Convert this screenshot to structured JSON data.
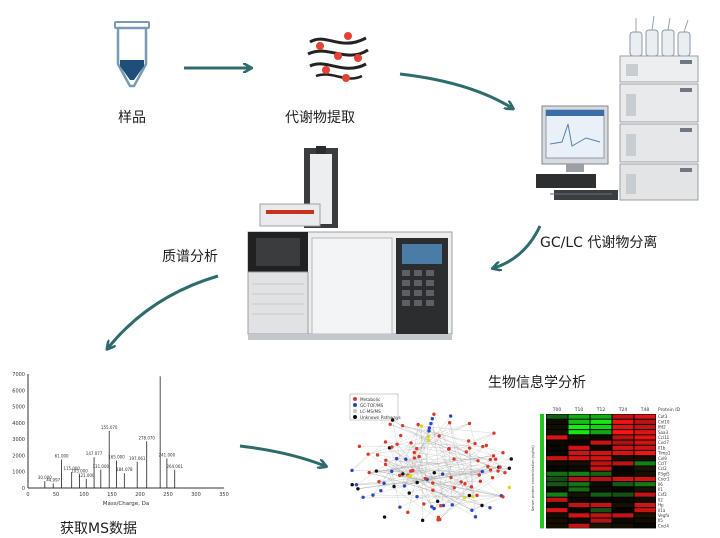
{
  "steps": {
    "sample": "样品",
    "extraction": "代谢物提取",
    "separation": "GC/LC 代谢物分离",
    "ms_analysis": "质谱分析",
    "ms_data": "获取MS数据",
    "bioinformatics": "生物信息学分析"
  },
  "colors": {
    "arrow": "#2e6b6b",
    "tube_cap": "#1f4e7a",
    "network_red": "#d93b2b",
    "network_blue": "#2b45c8",
    "heat_green": "#22c422",
    "heat_red": "#d01c1c"
  },
  "spectrum": {
    "y_ticks": [
      "7000",
      "6000",
      "5000",
      "4000",
      "3000",
      "2000",
      "1000",
      "0"
    ],
    "x_ticks": [
      "0",
      "50",
      "100",
      "150",
      "200",
      "250",
      "300",
      "350"
    ],
    "x_label": "Mass/Charge, Da",
    "peaks": [
      {
        "mz": 30,
        "rel": 0.06,
        "label": "30.000"
      },
      {
        "mz": 45,
        "rel": 0.04,
        "label": "44.997"
      },
      {
        "mz": 60,
        "rel": 0.25,
        "label": "61.000"
      },
      {
        "mz": 78,
        "rel": 0.14,
        "label": "115.000"
      },
      {
        "mz": 92,
        "rel": 0.12,
        "label": "105.000"
      },
      {
        "mz": 104,
        "rel": 0.08,
        "label": "121.000"
      },
      {
        "mz": 118,
        "rel": 0.27,
        "label": "147.077"
      },
      {
        "mz": 130,
        "rel": 0.16,
        "label": "131.000"
      },
      {
        "mz": 145,
        "rel": 0.5,
        "label": "155.070"
      },
      {
        "mz": 158,
        "rel": 0.24,
        "label": "165.000"
      },
      {
        "mz": 172,
        "rel": 0.13,
        "label": "184.078"
      },
      {
        "mz": 195,
        "rel": 0.23,
        "label": "197.061"
      },
      {
        "mz": 212,
        "rel": 0.41,
        "label": "278.070"
      },
      {
        "mz": 248,
        "rel": 0.26,
        "label": "241.000"
      },
      {
        "mz": 262,
        "rel": 0.16,
        "label": "264.061"
      },
      {
        "mz": 236,
        "rel": 0.98,
        "label": ""
      }
    ]
  },
  "network_legend": [
    "Metabolic",
    "GC-TOF/MS",
    "LC-MS/MS",
    "Unknown Pathways"
  ],
  "heatmap": {
    "col_labels": [
      "T00",
      "T10",
      "T12",
      "T24",
      "T48"
    ],
    "header_right": "Protein ID",
    "y_axis_label": "Serum protein concentration (ng/ml)",
    "row_labels": [
      "Cot3",
      "Cxl10",
      "Ifit2",
      "Saa3",
      "Ccl11",
      "Cxcl7",
      "Il1b",
      "Timp1",
      "Cxl9",
      "Ccl7",
      "Ccl2",
      "P3gt5",
      "Cxcr1",
      "Il6",
      "Il1",
      "Csf2",
      "Il2",
      "Hp",
      "Il1a",
      "Vegfa",
      "Il5",
      "Cxcl4"
    ]
  }
}
